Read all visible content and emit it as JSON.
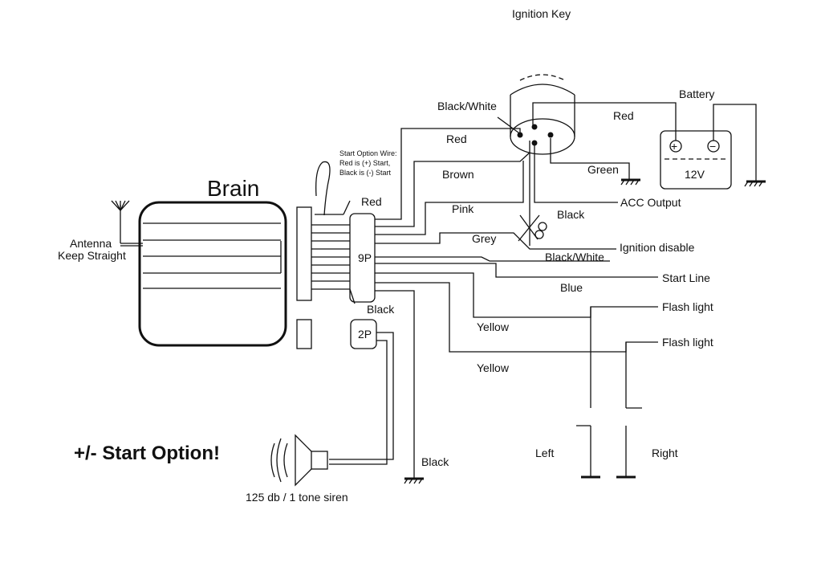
{
  "title": "+/- Start Option!",
  "brain": {
    "label": "Brain"
  },
  "antenna": {
    "line1": "Antenna",
    "line2": "Keep Straight"
  },
  "start_option_note": {
    "line1": "Start Option Wire:",
    "line2": "Red is (+) Start,",
    "line3": "Black is (-) Start",
    "tag": "Red"
  },
  "connectors": {
    "main": "9P",
    "siren": "2P"
  },
  "ignition": {
    "label": "Ignition Key"
  },
  "battery": {
    "label": "Battery",
    "voltage": "12V",
    "plus": "+",
    "minus": "−"
  },
  "wires": {
    "black_white_top": "Black/White",
    "red_top": "Red",
    "red_left": "Red",
    "brown": "Brown",
    "green": "Green",
    "acc_output": "ACC Output",
    "pink": "Pink",
    "black_mid": "Black",
    "grey": "Grey",
    "ignition_disable": "Ignition disable",
    "black_white_mid": "Black/White",
    "start_line": "Start Line",
    "blue": "Blue",
    "flash_light_1": "Flash light",
    "flash_light_2": "Flash light",
    "yellow_1": "Yellow",
    "yellow_2": "Yellow",
    "black_conn": "Black",
    "black_ground": "Black"
  },
  "lights": {
    "left": "Left",
    "right": "Right"
  },
  "siren": {
    "label": "125  db / 1 tone siren"
  }
}
